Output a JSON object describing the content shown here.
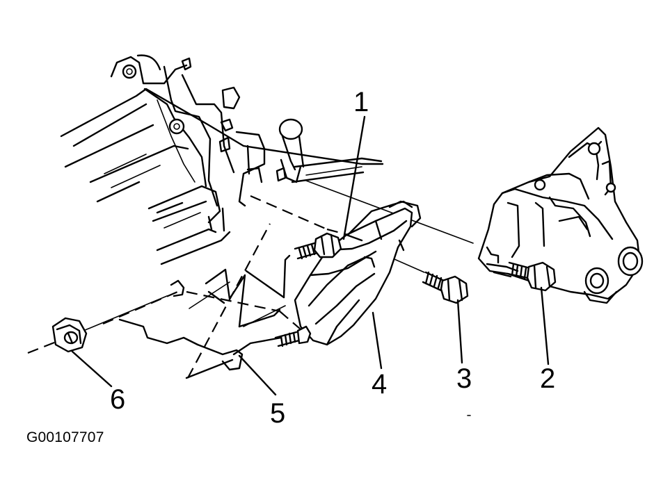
{
  "figure_id": "G00107707",
  "callouts": [
    {
      "id": "1",
      "label": "1"
    },
    {
      "id": "2",
      "label": "2"
    },
    {
      "id": "3",
      "label": "3"
    },
    {
      "id": "4",
      "label": "4"
    },
    {
      "id": "5",
      "label": "5"
    },
    {
      "id": "6",
      "label": "6"
    }
  ]
}
